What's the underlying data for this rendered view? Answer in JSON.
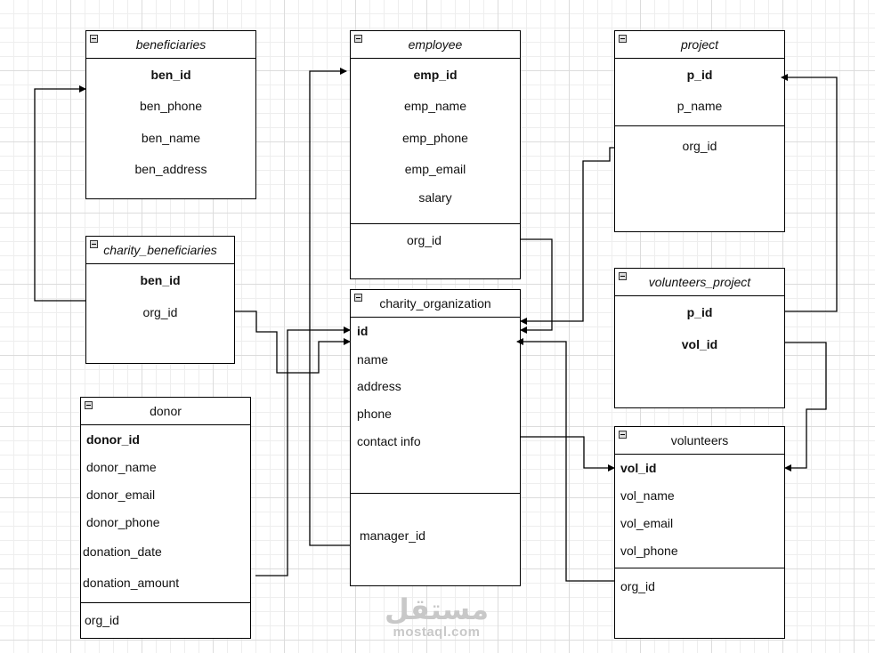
{
  "tables": {
    "beneficiaries": {
      "title": "beneficiaries",
      "fields": [
        "ben_id",
        "ben_phone",
        "ben_name",
        "ben_address"
      ]
    },
    "charity_beneficiaries": {
      "title": "charity_beneficiaries",
      "fields": [
        "ben_id",
        "org_id"
      ]
    },
    "donor": {
      "title": "donor",
      "fields": [
        "donor_id",
        "donor_name",
        "donor_email",
        "donor_phone",
        "donation_date",
        "donation_amount"
      ],
      "fk": [
        "org_id"
      ]
    },
    "employee": {
      "title": "employee",
      "fields": [
        "emp_id",
        "emp_name",
        "emp_phone",
        "emp_email",
        "salary"
      ],
      "fk": [
        "org_id"
      ]
    },
    "charity_organization": {
      "title": "charity_organization",
      "fields": [
        "id",
        "name",
        "address",
        "phone",
        "contact info"
      ],
      "fk": [
        "manager_id"
      ]
    },
    "project": {
      "title": "project",
      "fields": [
        "p_id",
        "p_name"
      ],
      "fk": [
        "org_id"
      ]
    },
    "volunteers_project": {
      "title": "volunteers_project",
      "fields": [
        "p_id",
        "vol_id"
      ]
    },
    "volunteers": {
      "title": "volunteers",
      "fields": [
        "vol_id",
        "vol_name",
        "vol_email",
        "vol_phone"
      ],
      "fk": [
        "org_id"
      ]
    }
  },
  "watermark": {
    "arabic": "مستقل",
    "latin": "mostaql.com"
  },
  "colors": {
    "line": "#000000",
    "grid": "#dcdcdc",
    "header_icon": "#dddddd"
  }
}
